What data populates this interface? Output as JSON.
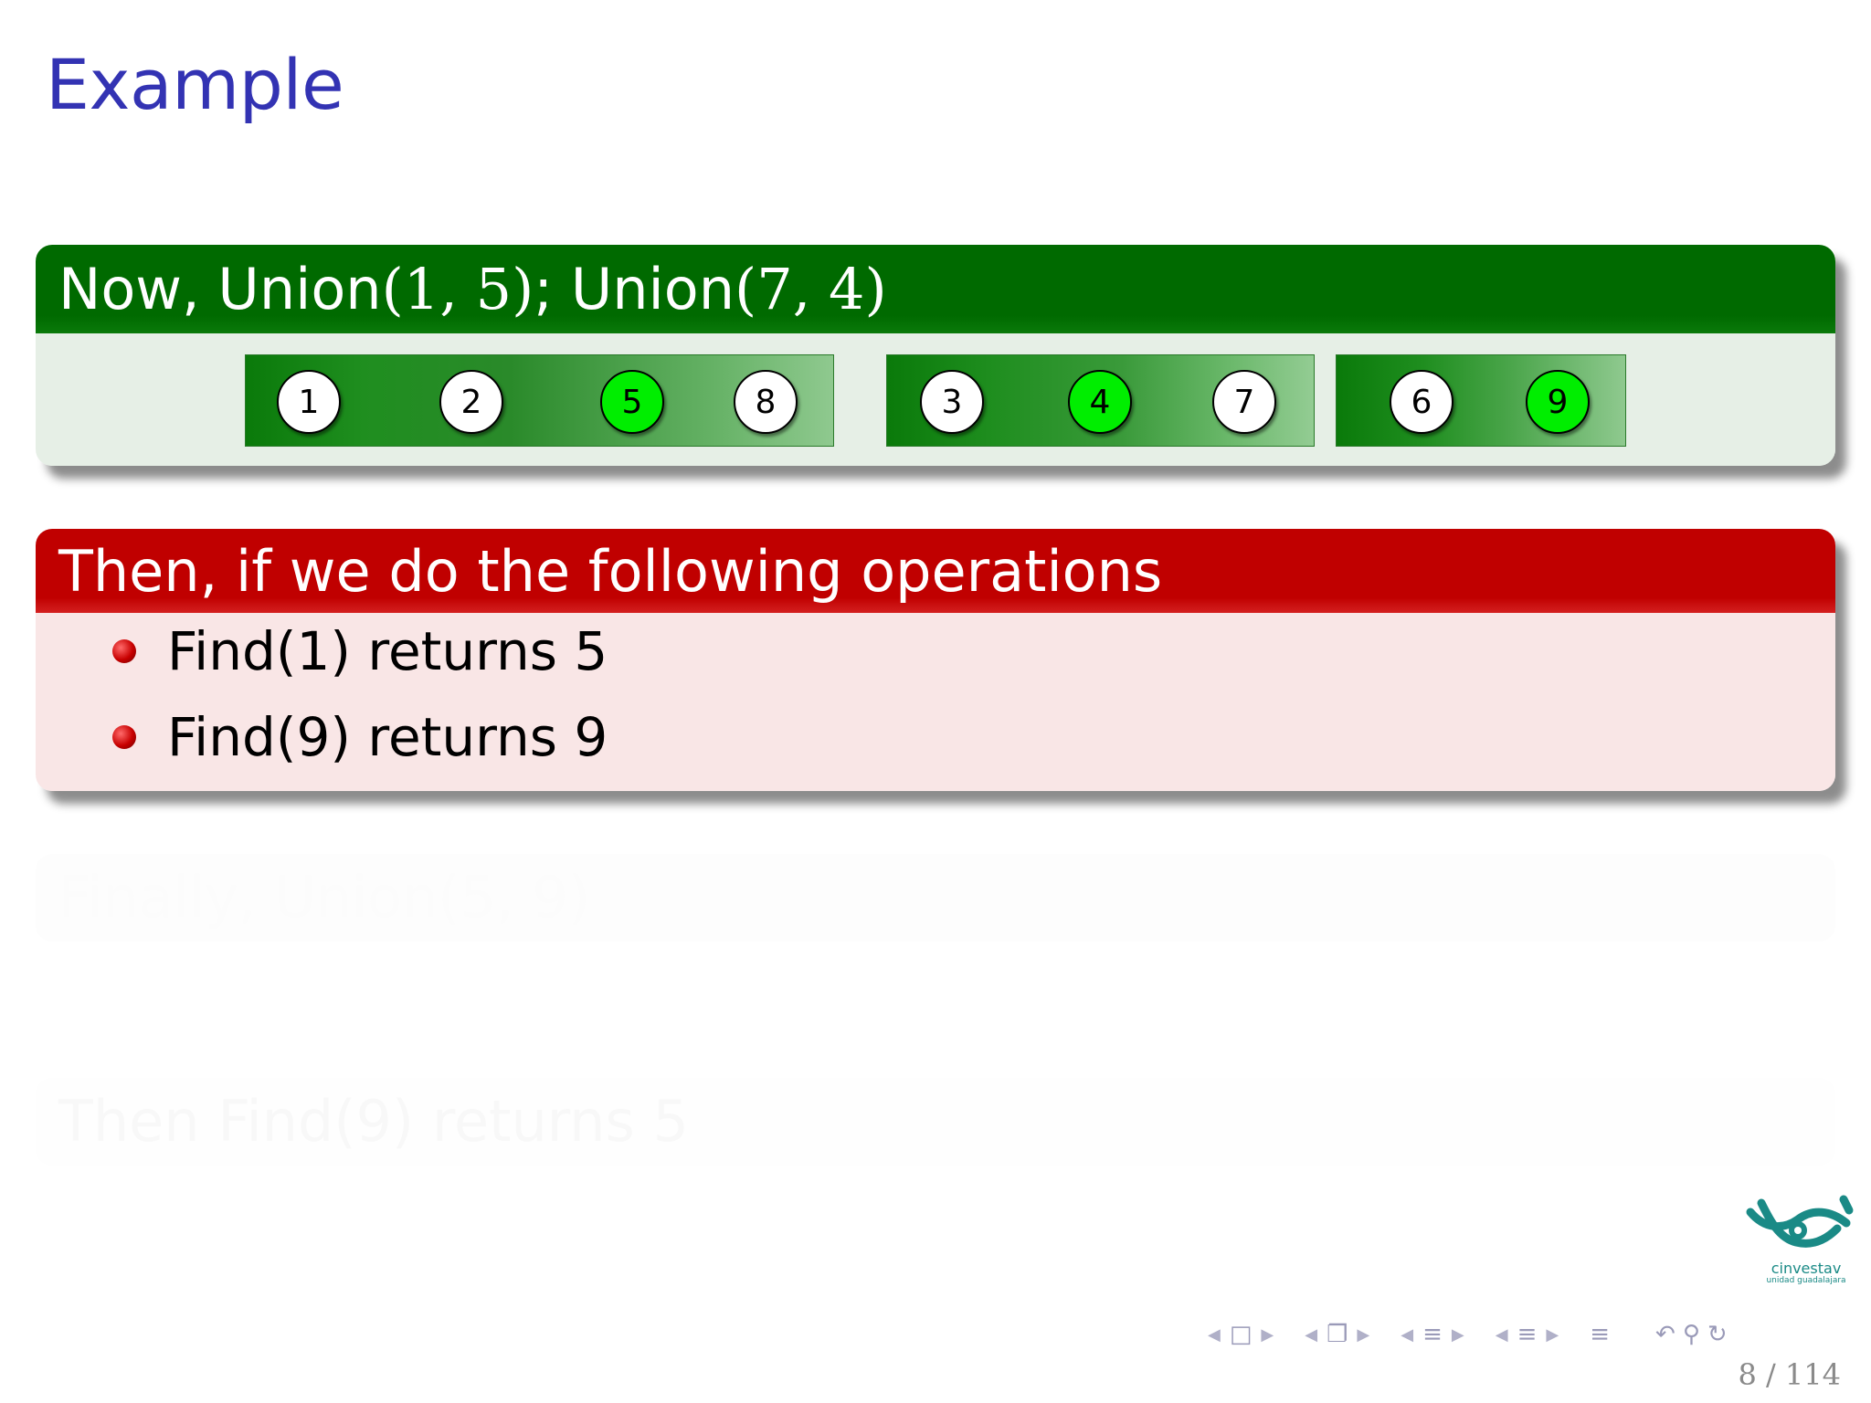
{
  "frame": {
    "title": "Example"
  },
  "union_block": {
    "title_prefix": "Now, Union",
    "call1_args": "(1, 5)",
    "separator": "; Union",
    "call2_args": "(7, 4)",
    "sets": [
      {
        "nodes": [
          {
            "label": "1",
            "root": false
          },
          {
            "label": "2",
            "root": false
          },
          {
            "label": "5",
            "root": true
          },
          {
            "label": "8",
            "root": false
          }
        ]
      },
      {
        "nodes": [
          {
            "label": "3",
            "root": false
          },
          {
            "label": "4",
            "root": true
          },
          {
            "label": "7",
            "root": false
          }
        ]
      },
      {
        "nodes": [
          {
            "label": "6",
            "root": false
          },
          {
            "label": "9",
            "root": true
          }
        ]
      }
    ]
  },
  "find_block": {
    "title": "Then, if we do the following operations",
    "items": [
      "Find(1) returns 5",
      "Find(9) returns 9"
    ]
  },
  "ghost_blocks": [
    "Finally, Union(5, 9)",
    "Then Find(9) returns 5"
  ],
  "logo": {
    "caption": "cinvestav",
    "sub_caption": "unidad guadalajara"
  },
  "navigation": {
    "page": "8 / 114"
  },
  "colors": {
    "title": "#3333b3",
    "green_header": "#006a00",
    "green_body": "#e6efe6",
    "red_header": "#c00000",
    "red_body": "#f9e6e6",
    "root_node": "#00ee00"
  }
}
